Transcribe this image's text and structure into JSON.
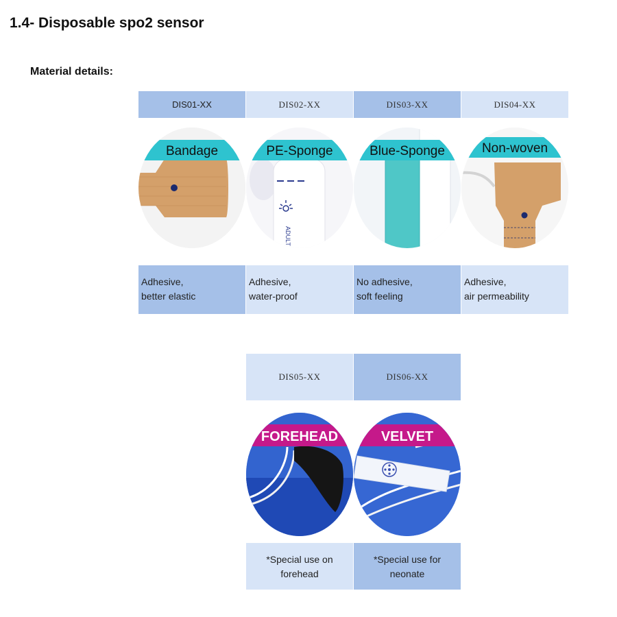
{
  "title": "1.4- Disposable spo2 sensor",
  "subtitle": "Material details:",
  "row1": [
    {
      "code": "DIS01-XX",
      "label": "Bandage",
      "desc1": "Adhesive,",
      "desc2": "better elastic",
      "banner_color": "#2ec3cf"
    },
    {
      "code": "DIS02-XX",
      "label": "PE-Sponge",
      "desc1": "Adhesive,",
      "desc2": "water-proof",
      "banner_color": "#2ec3cf"
    },
    {
      "code": "DIS03-XX",
      "label": "Blue-Sponge",
      "desc1": "No adhesive,",
      "desc2": "soft feeling",
      "banner_color": "#2ec3cf"
    },
    {
      "code": "DIS04-XX",
      "label": "Non-woven",
      "desc1": "Adhesive,",
      "desc2": "air permeability",
      "banner_color": "#2ec3cf"
    }
  ],
  "row2": [
    {
      "code": "DIS05-XX",
      "label": "FOREHEAD",
      "desc1": "*Special use on",
      "desc2": "forehead",
      "banner_color": "#c5198a"
    },
    {
      "code": "DIS06-XX",
      "label": "VELVET",
      "desc1": "*Special use for",
      "desc2": "neonate",
      "banner_color": "#c5198a"
    }
  ],
  "sensor_print": "ADULT"
}
